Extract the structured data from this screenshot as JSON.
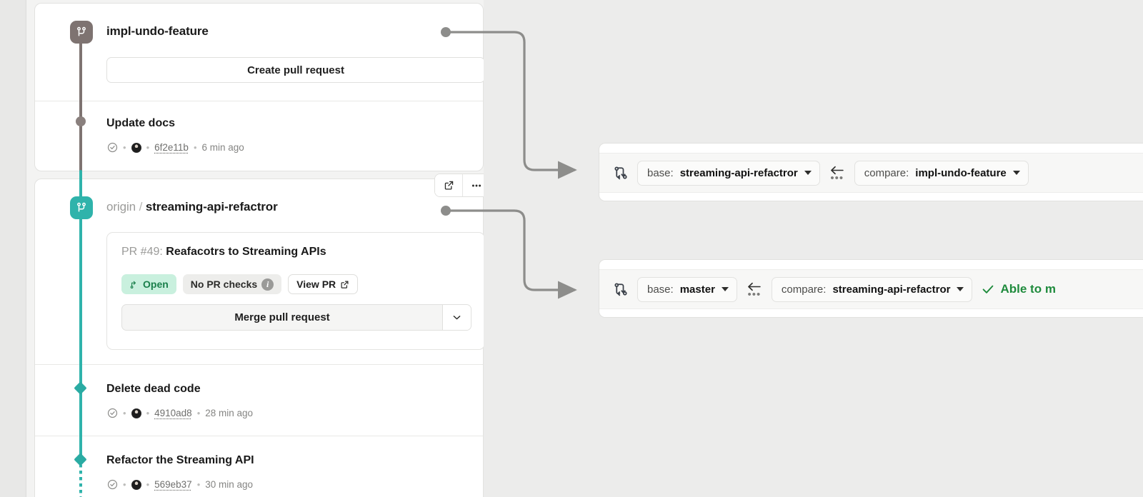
{
  "branches": [
    {
      "id": "impl",
      "name": "impl-undo-feature",
      "remote": "",
      "badge_icon": "git-branch-icon",
      "action_label": "Create pull request",
      "commits": [
        {
          "title": "Update docs",
          "check_icon": "check-circle-icon",
          "avatar_icon": "author-avatar",
          "sha": "6f2e11b",
          "time": "6 min ago",
          "sep": "•"
        }
      ]
    },
    {
      "id": "origin",
      "name": "streaming-api-refactror",
      "remote": "origin",
      "slash": "/",
      "badge_icon": "git-branch-icon",
      "icon_buttons": [
        {
          "name": "open-external-icon"
        },
        {
          "name": "more-options-icon",
          "glyph": "•••"
        }
      ],
      "pr": {
        "number_label": "PR #49:",
        "title": "Reafacotrs to Streaming APIs",
        "status_chip": "Open",
        "status_icon": "pull-request-icon",
        "checks_chip": "No PR checks",
        "checks_info_icon": "info-icon",
        "checks_info_glyph": "i",
        "view_chip": "View PR",
        "view_icon": "open-external-icon",
        "merge_label": "Merge pull request",
        "merge_caret_icon": "chevron-down-icon"
      },
      "commits": [
        {
          "title": "Delete dead code",
          "check_icon": "check-circle-icon",
          "avatar_icon": "author-avatar",
          "sha": "4910ad8",
          "time": "28 min ago",
          "sep": "•"
        },
        {
          "title": "Refactor the Streaming API",
          "check_icon": "check-circle-icon",
          "avatar_icon": "author-avatar",
          "sha": "569eb37",
          "time": "30 min ago",
          "sep": "•"
        }
      ]
    }
  ],
  "compare_cards": [
    {
      "id": "cmp1",
      "compare_icon": "git-compare-icon",
      "base_prefix": "base:",
      "base_value": "streaming-api-refactror",
      "direction_icon": "arrow-left-icon",
      "direction_dots": "•••",
      "compare_prefix": "compare:",
      "compare_value": "impl-undo-feature",
      "status": "",
      "status_icon": ""
    },
    {
      "id": "cmp2",
      "compare_icon": "git-compare-icon",
      "base_prefix": "base:",
      "base_value": "master",
      "direction_icon": "arrow-left-icon",
      "direction_dots": "•••",
      "compare_prefix": "compare:",
      "compare_value": "streaming-api-refactror",
      "status": "Able to m",
      "status_icon": "check-icon"
    }
  ],
  "colors": {
    "teal": "#2fb3ab",
    "brown": "#7e7371",
    "open_green": "#1a7f4b",
    "merge_green": "#1f8b3d",
    "connector": "#8d8d8b"
  }
}
